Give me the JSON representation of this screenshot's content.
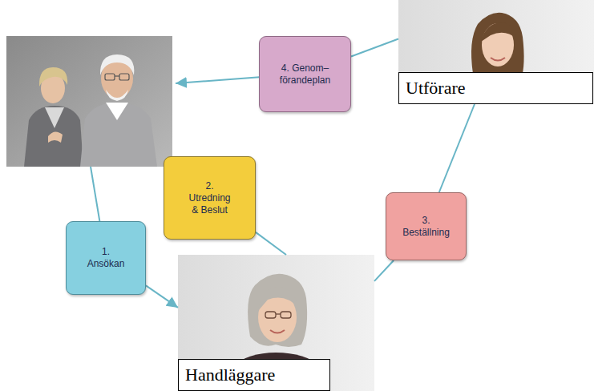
{
  "diagram": {
    "nodes": [
      {
        "text": [
          "Utförare"
        ]
      },
      {
        "text": [
          "4. Genom– förandeplan"
        ]
      },
      {
        "text": [
          "2. Utredning & Beslut"
        ]
      },
      {
        "text": [
          "3. Beställning"
        ]
      },
      {
        "text": [
          "1. Ansökan"
        ]
      },
      {
        "text": [
          "Handläggare"
        ]
      }
    ],
    "edges": [
      {
        "from": 4,
        "to": 5,
        "arrow": "to"
      },
      {
        "from": 5,
        "to": 2,
        "arrow": "none"
      },
      {
        "from": 5,
        "to": 3,
        "arrow": "none"
      },
      {
        "from": 3,
        "to": 0,
        "arrow": "none"
      },
      {
        "from": 0,
        "to": 1,
        "arrow": "none"
      }
    ]
  }
}
